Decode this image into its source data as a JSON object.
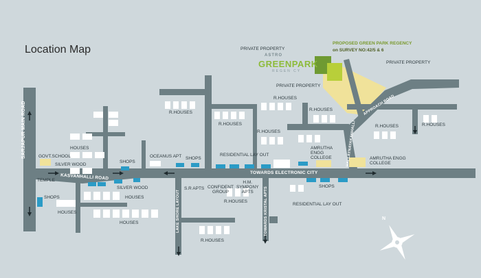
{
  "title": "Location Map",
  "logo": {
    "astro": "ASTRO",
    "main": "GREENPARK",
    "sub": "REGEN  CY"
  },
  "proposed": {
    "line1": "PROPOSED GREEN PARK REGENCY",
    "line2": "on SURVEY NO:42/5 & 6"
  },
  "roads": {
    "sarjapur": "SARJAPUR MAIN ROAD",
    "kasvanhalli": "KASVANHALLI  ROAD",
    "towards_ec": "TOWARDS ELECTRONIC CITY",
    "lake_shore": "LAKE SHORE LAYOUT",
    "kristal": "TOWARDS KRISTAL APTS",
    "halanayakanahalli": "HALLAYNAYAKANHALLI",
    "approach": "APPROACH ROAD"
  },
  "labels": {
    "private1": "PRIVATE PROPERTY",
    "private2": "PRIVATE PROPERTY",
    "private3": "PRIVATE PROPERTY",
    "rh_1": "R.HOUSES",
    "rh_2": "R.HOUSES",
    "rh_3": "R.HOUSES",
    "rh_4": "R.HOUSES",
    "rh_5": "R.HOUSES",
    "rh_6": "R.HOUSES",
    "rh_7": "R.HOUSES",
    "rh_8": "R.HOUSES",
    "rh_9": "R.HOUSES",
    "houses_1": "HOUSES",
    "houses_2": "HOUSES",
    "houses_3": "HOUSES",
    "houses_4": "HOUSES",
    "govt_school": "GOVT.SCHOOL",
    "silver_wood_1": "SILVER WOOD",
    "silver_wood_2": "SILVER WOOD",
    "temple": "TEMPLE",
    "shops_1": "SHOPS",
    "shops_2": "SHOPS",
    "shops_3": "SHOPS",
    "shops_4": "SHOPS",
    "oceanus": "OCEANUS APT",
    "residential_1": "RESIDENTIAL LAY OUT",
    "residential_2": "RESIDENTIAL LAY OUT",
    "amrutha_1": "AMRUTHA\nENGG\nCOLLEGE",
    "amrutha_2": "AMRUTHA ENGG\nCOLLEGE",
    "sr_apts": "S.R APTS",
    "confident": "CONFIDENT\nGROUP",
    "hm_sympony": "H.M.\nSYMPONY\nAPTS"
  },
  "compass": {
    "north": "N"
  },
  "colors": {
    "background": "#cfd8dc",
    "road": "#6d7f84",
    "shop": "#2b9bc6",
    "plot": "#f0e29a",
    "green": "#7a9a2e"
  }
}
